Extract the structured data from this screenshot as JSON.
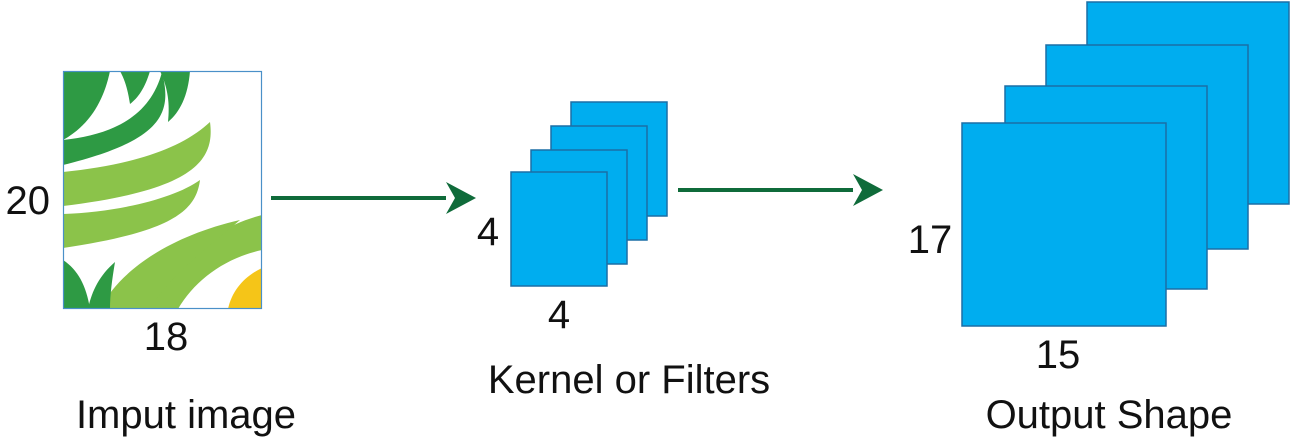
{
  "input_image": {
    "height_label": "20",
    "width_label": "18",
    "caption": "Imput image"
  },
  "kernel": {
    "height_label": "4",
    "width_label": "4",
    "caption": "Kernel or Filters"
  },
  "output": {
    "height_label": "17",
    "width_label": "15",
    "caption": "Output Shape"
  },
  "colors": {
    "square_fill": "#00adef",
    "square_stroke": "#1b6fa6",
    "arrow": "#0f6b3a",
    "leaf_dark": "#2e9a44",
    "leaf_light": "#8bc34a",
    "leaf_accent": "#f5c518",
    "image_border": "#4a90c8"
  }
}
